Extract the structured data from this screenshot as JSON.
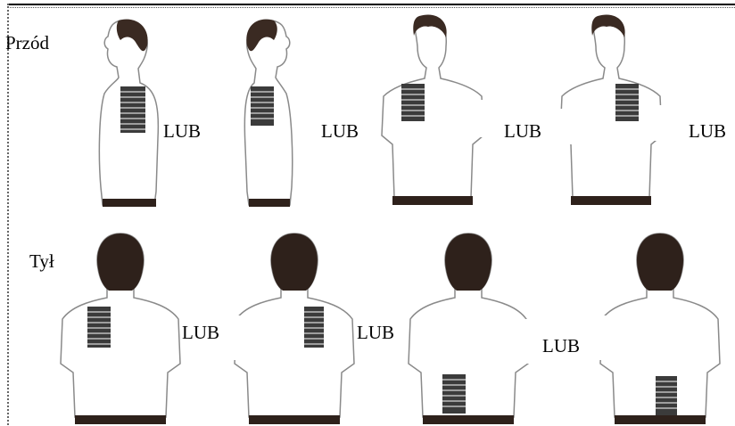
{
  "sections": {
    "front_label": "Przód",
    "back_label": "Tył"
  },
  "or_label": "LUB",
  "colors": {
    "outline": "#8a8a8a",
    "hair": "#3a2a22",
    "head_back": "#2e211b",
    "pad": "#3b3b3b"
  }
}
